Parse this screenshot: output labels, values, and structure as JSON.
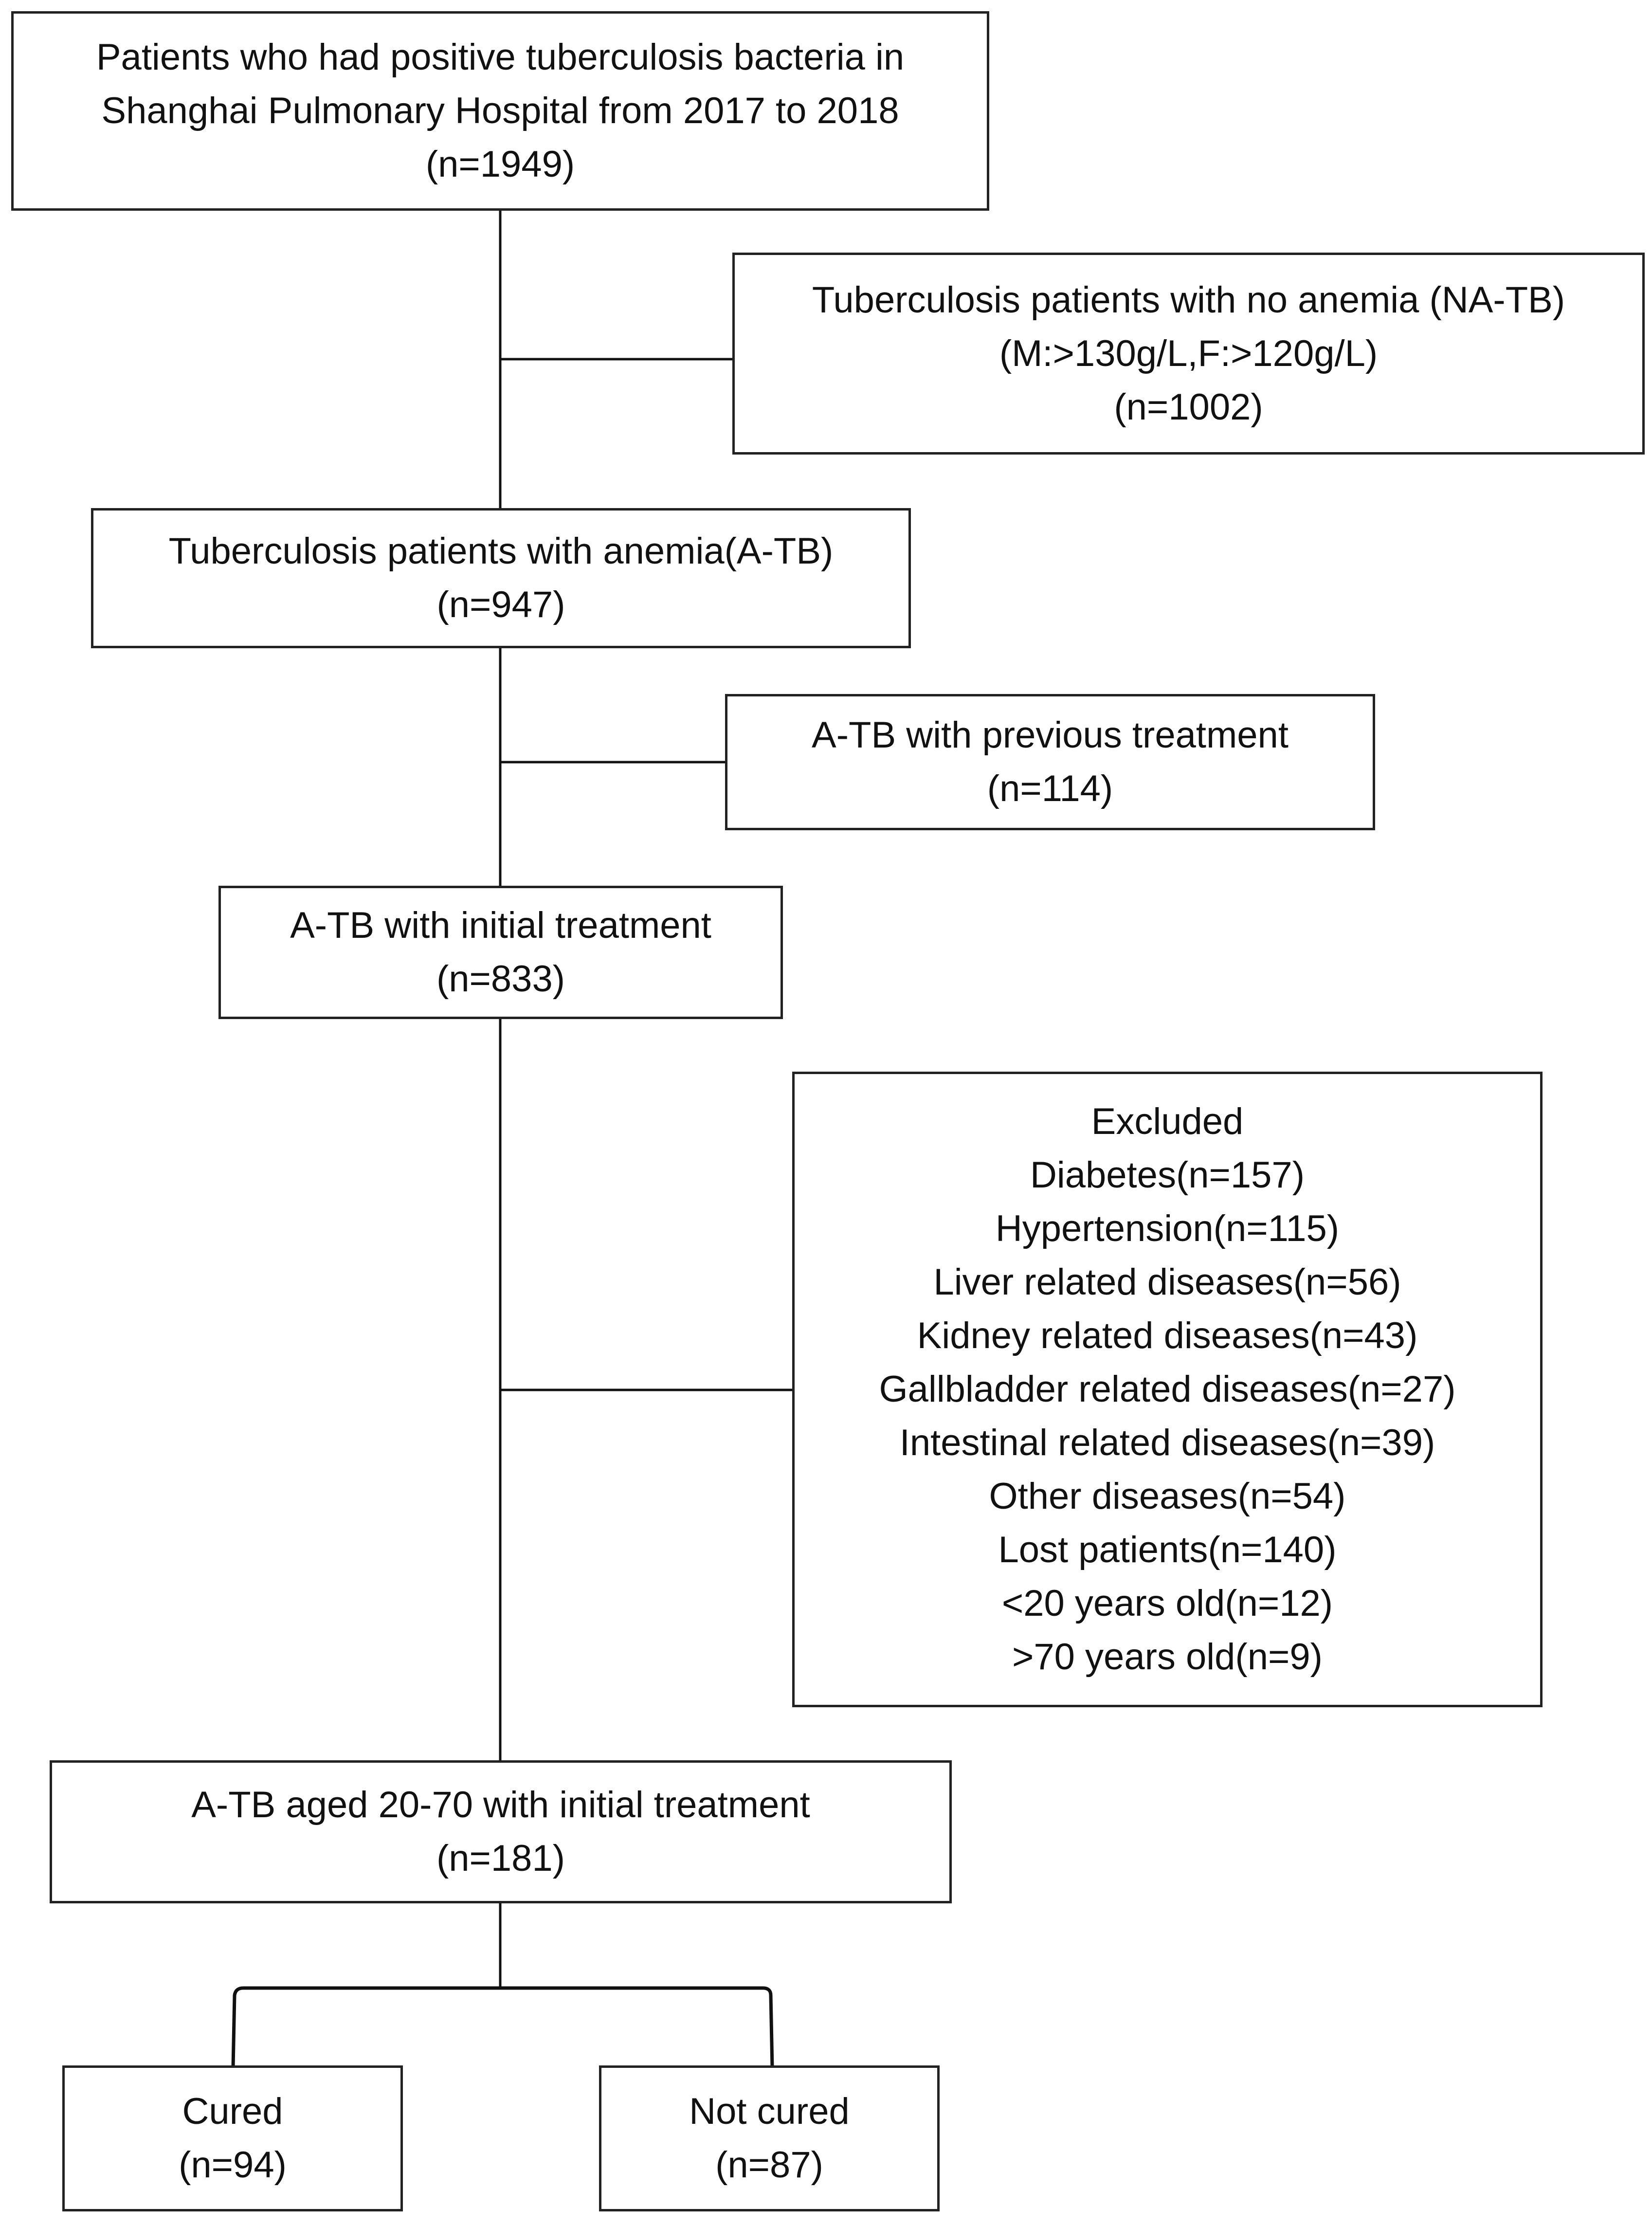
{
  "boxes": {
    "total": {
      "lines": [
        "Patients who had positive tuberculosis bacteria in",
        "Shanghai Pulmonary Hospital from 2017 to 2018",
        "(n=1949)"
      ]
    },
    "no_anemia": {
      "lines": [
        "Tuberculosis patients with no anemia (NA-TB)",
        "(M:>130g/L,F:>120g/L)",
        "(n=1002)"
      ]
    },
    "anemia": {
      "lines": [
        "Tuberculosis patients with anemia(A-TB)",
        "(n=947)"
      ]
    },
    "previous": {
      "lines": [
        "A-TB with previous treatment",
        "(n=114)"
      ]
    },
    "initial": {
      "lines": [
        "A-TB with initial treatment",
        "(n=833)"
      ]
    },
    "excluded": {
      "lines": [
        "Excluded",
        "Diabetes(n=157)",
        "Hypertension(n=115)",
        "Liver related diseases(n=56)",
        "Kidney related diseases(n=43)",
        "Gallbladder related diseases(n=27)",
        "Intestinal related diseases(n=39)",
        "Other diseases(n=54)",
        "Lost patients(n=140)",
        "<20 years old(n=12)",
        ">70 years old(n=9)"
      ]
    },
    "aged": {
      "lines": [
        "A-TB aged 20-70 with initial treatment",
        "(n=181)"
      ]
    },
    "cured": {
      "lines": [
        "Cured",
        "(n=94)"
      ]
    },
    "not_cured": {
      "lines": [
        "Not cured",
        "(n=87)"
      ]
    }
  }
}
